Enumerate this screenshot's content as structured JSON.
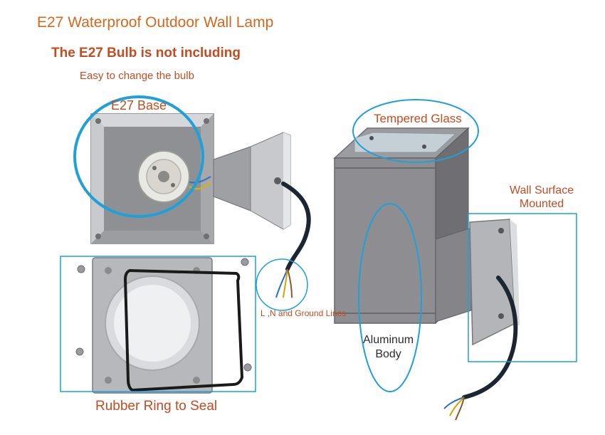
{
  "title": "E27 Waterproof Outdoor Wall Lamp",
  "bulb_note": "The E27 Bulb is not including",
  "easy_change": "Easy to change the bulb",
  "callouts": {
    "e27_base": "E27 Base",
    "tempered_glass": "Tempered Glass",
    "wall_surface_line1": "Wall Surface",
    "wall_surface_line2": "Mounted",
    "ground_lines": "L ,N and Ground Lines",
    "aluminum_line1": "Aluminum",
    "aluminum_line2": "Body",
    "rubber_ring": "Rubber Ring to Seal"
  },
  "colors": {
    "title_text": "#d2691e",
    "label_text": "#c24d22",
    "callout_line": "#1fa0d8",
    "lamp_body": "#8e8e92",
    "lamp_shadow": "#6f6f73",
    "cable": "#1c2530"
  }
}
